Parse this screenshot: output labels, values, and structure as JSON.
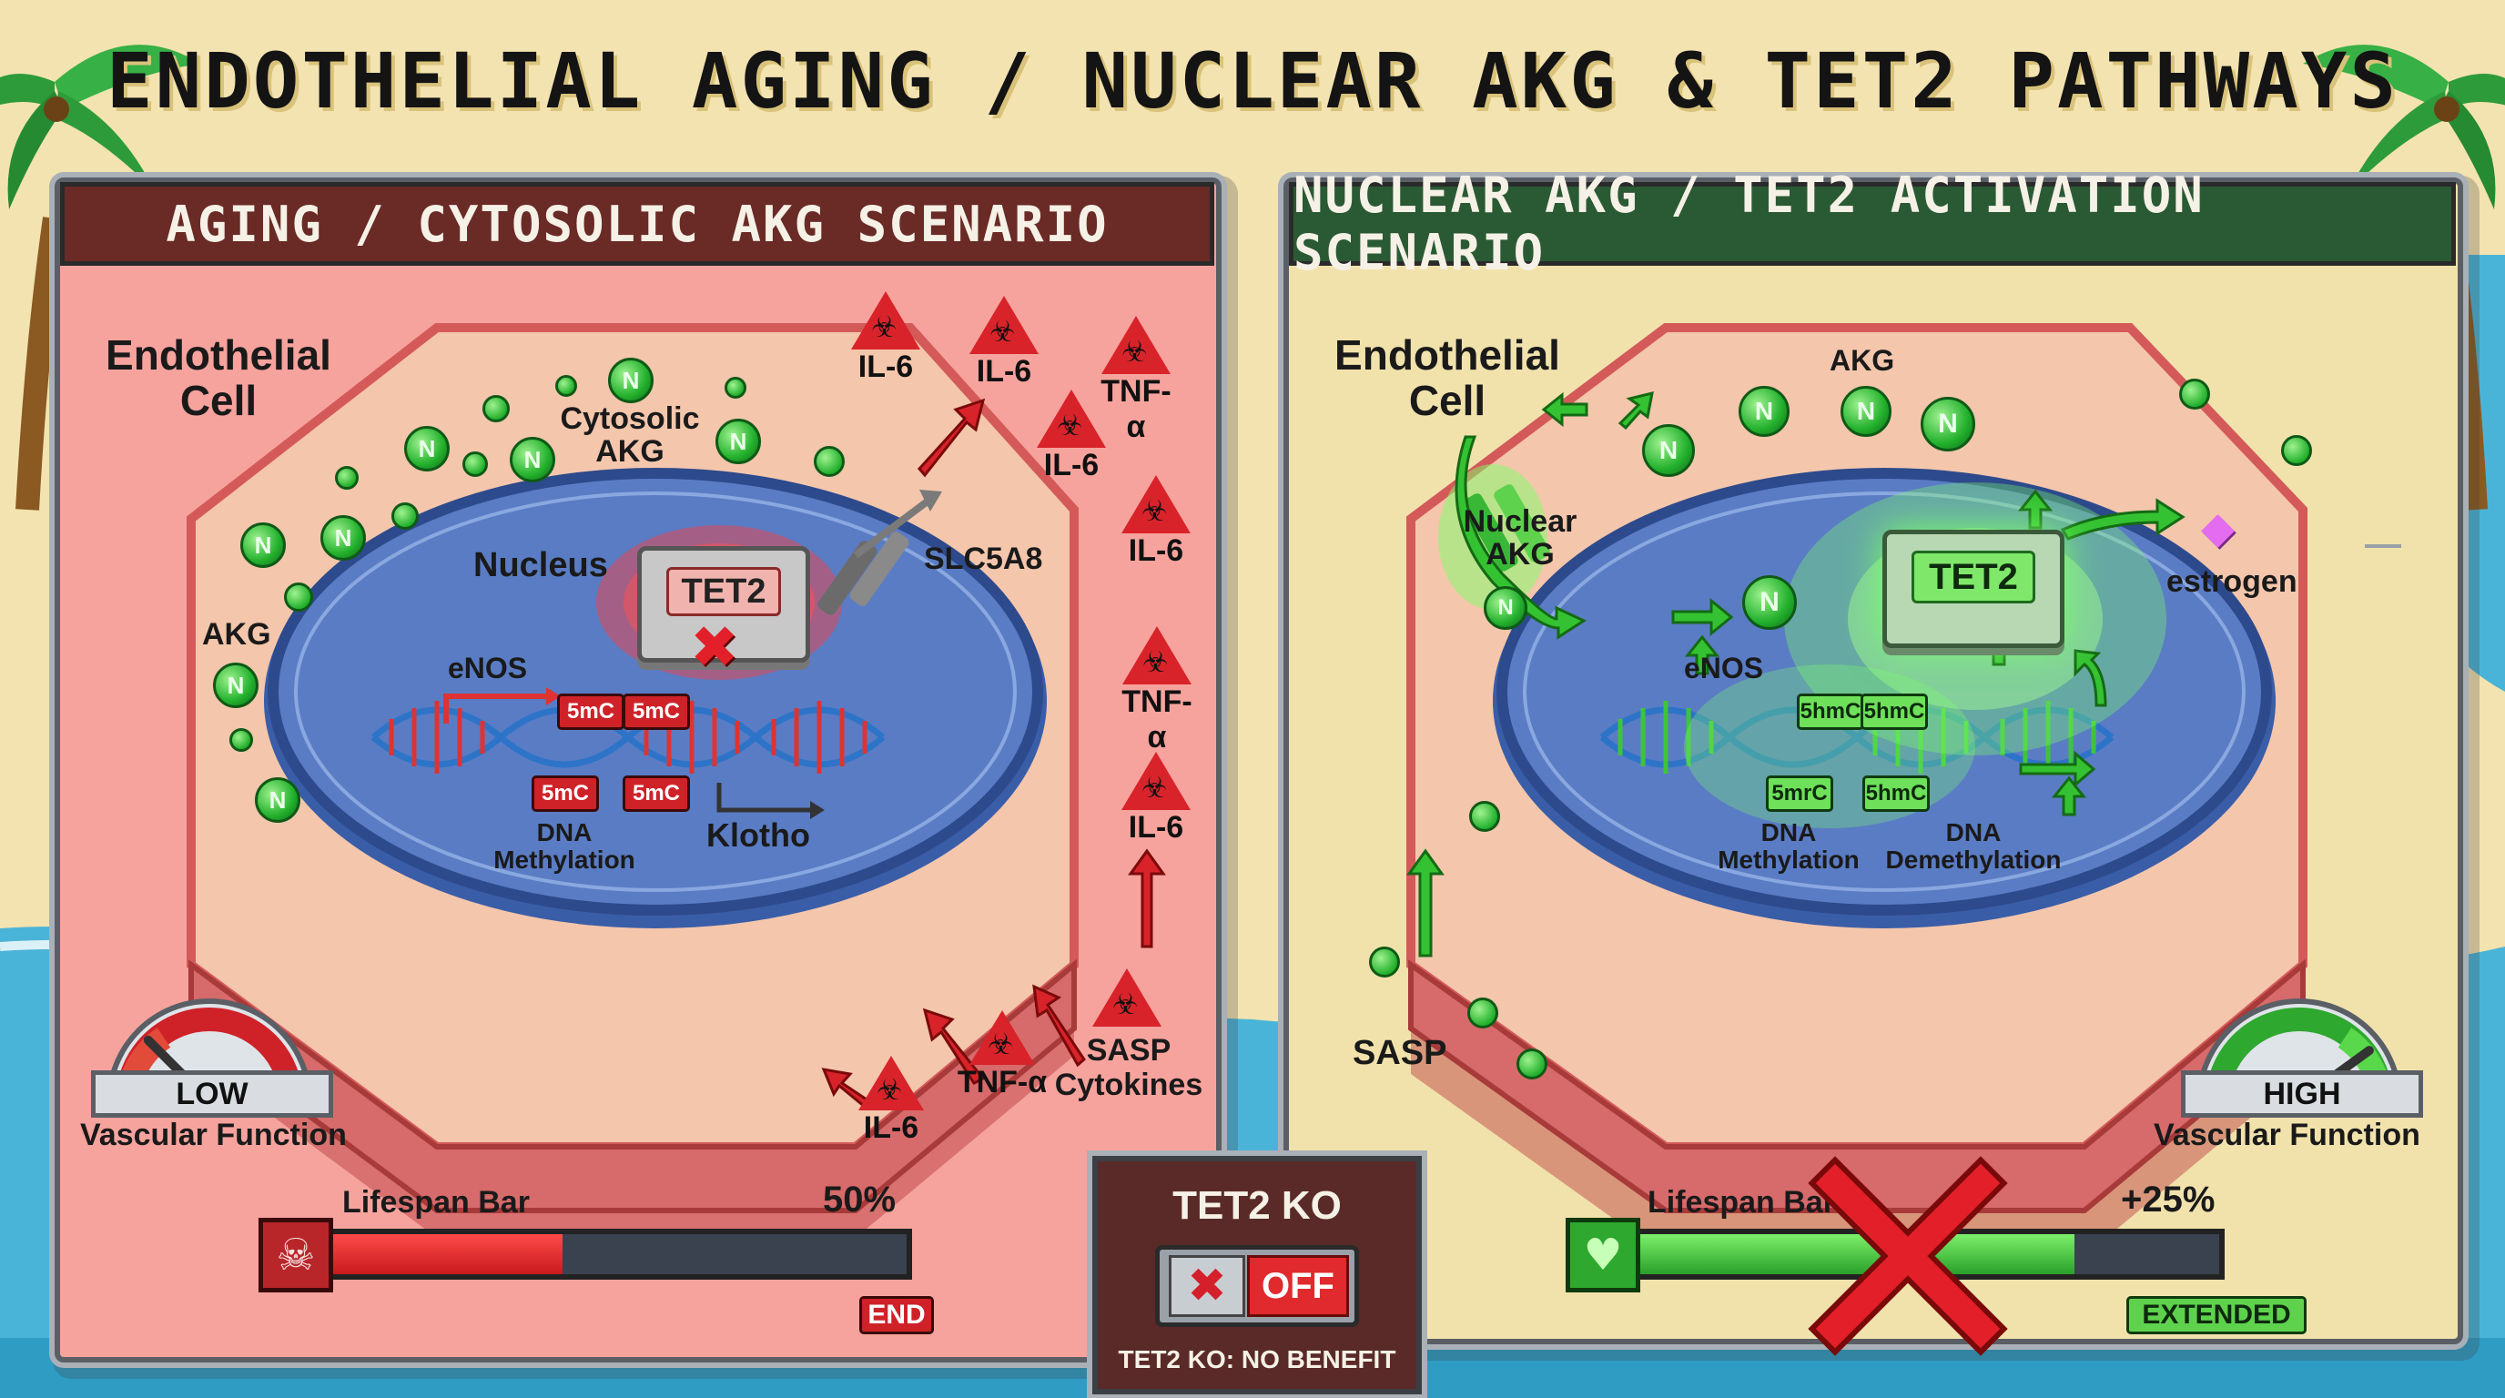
{
  "title": "ENDOTHELIAL AGING / NUCLEAR AKG & TET2 PATHWAYS",
  "colors": {
    "aging_red": "#d8242a",
    "active_green": "#3ec43a",
    "sand": "#f3e3b0",
    "sea": "#4ab4d8",
    "nucleus_blue": "#4a73b8"
  },
  "left": {
    "header": "AGING / CYTOSOLIC AKG SCENARIO",
    "cell_label_1": "Endothelial",
    "cell_label_2": "Cell",
    "cytosolic_akg_1": "Cytosolic",
    "cytosolic_akg_2": "AKG",
    "akg": "AKG",
    "akg_symbol": "N",
    "nucleus": "Nucleus",
    "tet2": "TET2",
    "slc": "SLC5A8",
    "enos": "eNOS",
    "mark": "5mC",
    "dna_1": "DNA",
    "dna_2": "Methylation",
    "klotho": "Klotho",
    "cytokines": [
      "IL-6",
      "IL-6",
      "TNF-α",
      "IL-6",
      "IL-6",
      "TNF-α",
      "IL-6"
    ],
    "tnf_bottom": "TNF-α",
    "il6_bottom": "IL-6",
    "sasp_1": "SASP",
    "sasp_2": "Cytokines",
    "gauge_text": "LOW",
    "gauge_caption": "Vascular Function",
    "gauge_level": 0.25,
    "lifespan_label": "Lifespan Bar",
    "lifespan_value": "50%",
    "lifespan_fraction": 0.4,
    "lifespan_tag": "END",
    "skull_icon": "skull-icon"
  },
  "right": {
    "header": "NUCLEAR AKG / TET2 ACTIVATION SCENARIO",
    "cell_label_1": "Endothelial",
    "cell_label_2": "Cell",
    "akg": "AKG",
    "akg_symbol": "N",
    "nuclear_akg_1": "Nuclear",
    "nuclear_akg_2": "AKG",
    "tet2": "TET2",
    "estrogen": "estrogen",
    "enos": "eNOS",
    "marks": [
      "5hmC",
      "5hmC",
      "5mrC",
      "5hmC"
    ],
    "dna_1": "DNA",
    "dna_2": "Methylation",
    "dem_1": "DNA",
    "dem_2": "Demethylation",
    "sasp": "SASP",
    "gauge_text": "HIGH",
    "gauge_caption": "Vascular Function",
    "gauge_level": 0.8,
    "lifespan_label": "Lifespan Bar",
    "lifespan_value": "+25%",
    "lifespan_fraction": 0.75,
    "lifespan_tag": "EXTENDED",
    "heart_icon": "heart-icon"
  },
  "ko": {
    "title": "TET2 KO",
    "switch": "OFF",
    "caption": "TET2 KO: NO BENEFIT"
  }
}
